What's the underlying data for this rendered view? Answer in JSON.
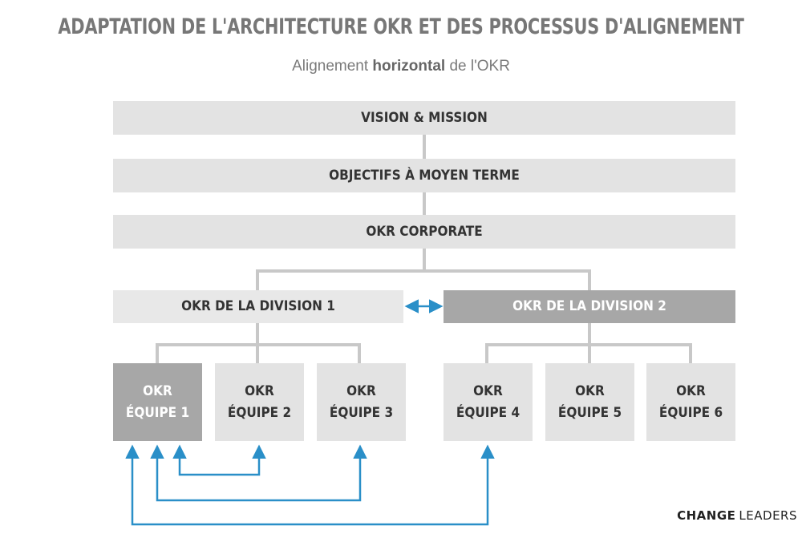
{
  "header": {
    "title": "ADAPTATION DE L'ARCHITECTURE OKR ET DES PROCESSUS D'ALIGNEMENT",
    "subtitle_pre": "Alignement ",
    "subtitle_bold": "horizontal",
    "subtitle_post": " de l'OKR"
  },
  "levels": {
    "vision": "VISION & MISSION",
    "mid_term": "OBJECTIFS À MOYEN TERME",
    "corporate": "OKR CORPORATE"
  },
  "divisions": {
    "division_1": "OKR DE LA DIVISION 1",
    "division_2": "OKR DE LA DIVISION 2"
  },
  "teams": [
    {
      "line1": "OKR",
      "line2": "ÉQUIPE 1"
    },
    {
      "line1": "OKR",
      "line2": "ÉQUIPE 2"
    },
    {
      "line1": "OKR",
      "line2": "ÉQUIPE 3"
    },
    {
      "line1": "OKR",
      "line2": "ÉQUIPE 4"
    },
    {
      "line1": "OKR",
      "line2": "ÉQUIPE 5"
    },
    {
      "line1": "OKR",
      "line2": "ÉQUIPE 6"
    }
  ],
  "brand": {
    "part1": "CHANGE",
    "part2": "LEADERS"
  },
  "colors": {
    "box_light": "#e3e3e3",
    "box_dark": "#a7a7a7",
    "connector": "#c8c8c8",
    "arrow_blue": "#2a8fc8",
    "title": "#777777"
  }
}
